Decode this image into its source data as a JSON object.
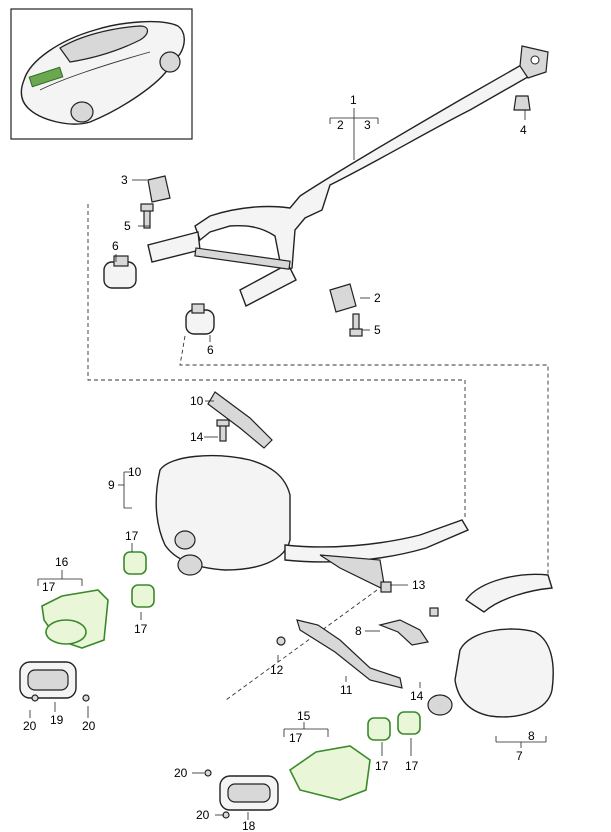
{
  "callouts": {
    "c1": "1",
    "c2a": "2",
    "c3a": "3",
    "c4": "4",
    "c3b": "3",
    "c5a": "5",
    "c6a": "6",
    "c2b": "2",
    "c5b": "5",
    "c6b": "6",
    "c10a": "10",
    "c14a": "14",
    "c9": "9",
    "c10b": "10",
    "c17a": "17",
    "c16": "16",
    "c17b": "17",
    "c17c": "17",
    "c13": "13",
    "c8a": "8",
    "c12": "12",
    "c11": "11",
    "c14b": "14",
    "c20a": "20",
    "c19": "19",
    "c20b": "20",
    "c15": "15",
    "c17d": "17",
    "c17e": "17",
    "c17f": "17",
    "c8b": "8",
    "c7": "7",
    "c20c": "20",
    "c20d": "20",
    "c18": "18"
  },
  "colors": {
    "line": "#222222",
    "highlight_fill": "#eaf6d8",
    "highlight_stroke": "#3a8a2a"
  }
}
